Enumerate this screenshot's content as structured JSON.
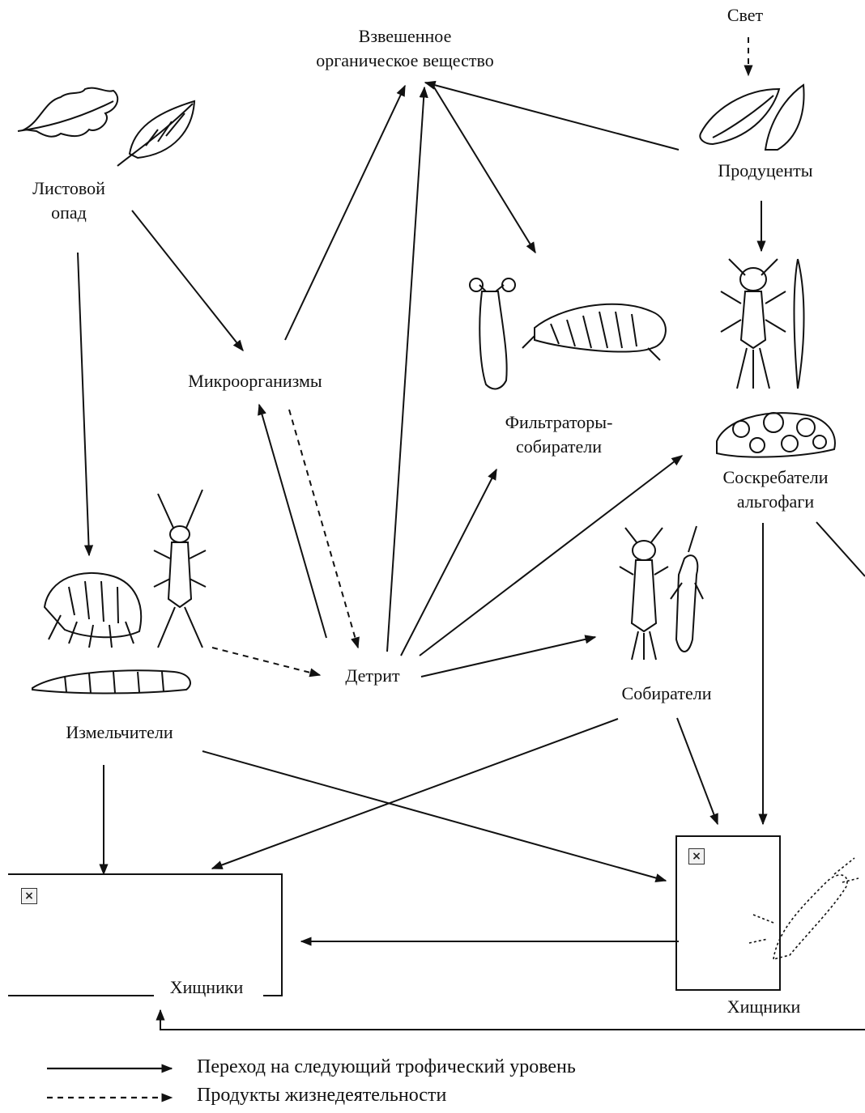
{
  "nodes": {
    "suspended": [
      "Взвешенное",
      "органическое вещество"
    ],
    "light": "Свет",
    "leaf_litter": [
      "Листовой",
      "опад"
    ],
    "producers": "Продуценты",
    "microorganisms": "Микроорганизмы",
    "filterers": [
      "Фильтраторы-",
      "собиратели"
    ],
    "scrapers": [
      "Соскребатели",
      "альгофаги"
    ],
    "detritus": "Детрит",
    "gatherers": "Собиратели",
    "shredders": "Измельчители",
    "predators_left": "Хищники",
    "predators_right": "Хищники"
  },
  "legend": {
    "solid": "Переход на следующий трофический уровень",
    "dashed": "Продукты жизнедеятельности"
  },
  "broken_image_glyph": "×",
  "colors": {
    "ink": "#111111",
    "paper": "#ffffff"
  }
}
